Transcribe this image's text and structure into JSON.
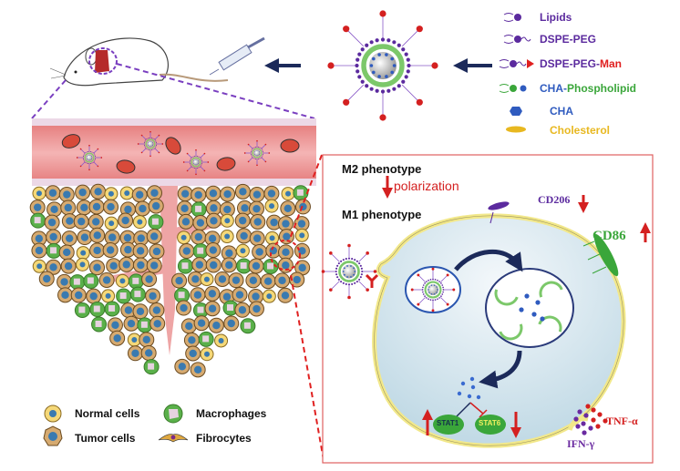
{
  "figure": {
    "injection_arrow_icon": "left-arrow",
    "nanoparticle_arrow_icon": "left-arrow"
  },
  "component_legend": [
    {
      "icon": "lipid-icon",
      "label": "Lipids",
      "color": "#5b2a9e"
    },
    {
      "icon": "dspe-peg-icon",
      "label": "DSPE-PEG",
      "color": "#5b2a9e"
    },
    {
      "icon": "dspe-peg-man-icon",
      "label_a": "DSPE-PEG-",
      "label_b": "Man",
      "color_a": "#5b2a9e",
      "color_b": "#e02020"
    },
    {
      "icon": "cha-phospholipid-icon",
      "label_a": "CHA-",
      "label_b": "Phospholipid",
      "color_a": "#2f5bbf",
      "color_b": "#3aa63a"
    },
    {
      "icon": "cha-icon",
      "label": "CHA",
      "color": "#2f5bbf"
    },
    {
      "icon": "cholesterol-icon",
      "label": "Cholesterol",
      "color": "#e8b820"
    }
  ],
  "cell_legend": [
    {
      "icon": "normal-cell-icon",
      "label": "Normal cells"
    },
    {
      "icon": "tumor-cell-icon",
      "label": "Tumor cells"
    },
    {
      "icon": "macrophage-icon",
      "label": "Macrophages"
    },
    {
      "icon": "fibrocyte-icon",
      "label": "Fibrocytes"
    }
  ],
  "inset": {
    "m2_label": "M2 phenotype",
    "polarization_label": "polarization",
    "m1_label": "M1 phenotype",
    "cd206_label": "CD206",
    "cd86_label": "CD86",
    "stat1_label": "STAT1",
    "stat6_label": "STAT6",
    "tnf_label": "TNF-α",
    "ifn_label": "IFN-γ",
    "colors": {
      "frame": "#e02020",
      "membrane": "#f2e88a",
      "cd206": "#5b2a9e",
      "cd86": "#3aa63a",
      "stat": "#3aa63a"
    }
  }
}
